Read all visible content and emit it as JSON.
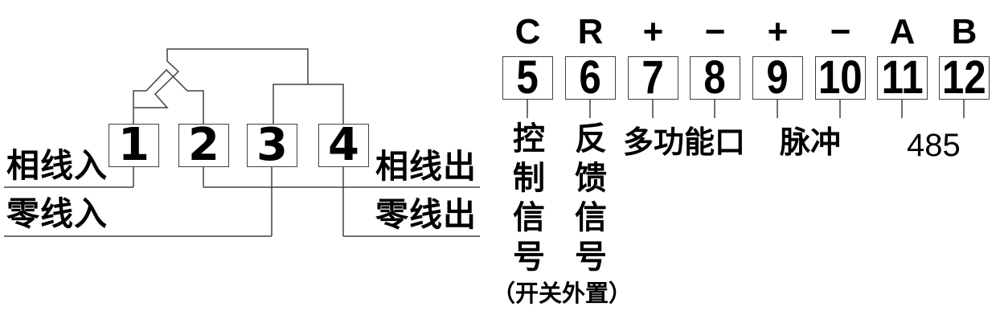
{
  "title": "single-phase meter wiring diagram",
  "meter": {
    "terminals": [
      {
        "number": "1"
      },
      {
        "number": "2"
      },
      {
        "number": "3"
      },
      {
        "number": "4"
      }
    ],
    "labels": {
      "phase_in": "相线入",
      "neutral_in": "零线入",
      "phase_out": "相线出",
      "neutral_out": "零线出"
    }
  },
  "ports": {
    "terminals": [
      {
        "number": "5",
        "marker": "C"
      },
      {
        "number": "6",
        "marker": "R"
      },
      {
        "number": "7",
        "marker": "+"
      },
      {
        "number": "8",
        "marker": "−"
      },
      {
        "number": "9",
        "marker": "+"
      },
      {
        "number": "10",
        "marker": "−"
      },
      {
        "number": "11",
        "marker": "A"
      },
      {
        "number": "12",
        "marker": "B"
      }
    ],
    "labels": {
      "control_signal": "控制信号",
      "feedback_signal": "反馈信号",
      "multi_function_port": "多功能口",
      "pulse": "脉冲",
      "rs485": "485",
      "switch_external_note": "（开关外置）"
    }
  },
  "colors": {
    "line": "#404040",
    "text": "#000000",
    "background": "#ffffff"
  }
}
